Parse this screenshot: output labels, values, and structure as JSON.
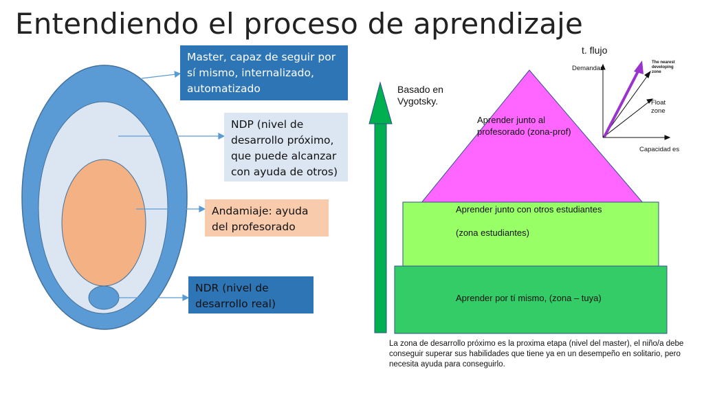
{
  "title": "Entendiendo el proceso de aprendizaje",
  "boxes": {
    "master": "Master, capaz de seguir por sí mismo, internalizado, automatizado",
    "ndp": "NDP (nivel de desarrollo próximo, que puede alcanzar con ayuda de otros)",
    "andamiaje": "Andamiaje: ayuda del profesorado",
    "ndr": "NDR (nivel de desarrollo real)"
  },
  "vygotsky_label": "Basado en Vygotsky.",
  "pyramid": {
    "top_label": "Aprender junto al profesorado (zona-prof)",
    "middle_label_1": "Aprender junto con otros estudiantes",
    "middle_label_2": "(zona estudiantes)",
    "bottom_label": "Aprender por tí mismo, (zona – tuya)"
  },
  "flow_diagram": {
    "title": "t. flujo",
    "y_label": "Demandas",
    "x_label": "Capacidad es",
    "zone_nearest": "The nearest developing zone",
    "zone_float": "Float zone"
  },
  "caption": "La zona de desarrollo próximo es la proxima etapa (nivel del master), el niño/a debe conseguir superar sus habilidades que tiene ya en un desempeño en solitario, pero necesita ayuda para conseguirlo.",
  "colors": {
    "outer_ellipse": "#5b9bd5",
    "middle_ellipse": "#dce6f2",
    "inner_ellipse": "#f4b183",
    "arrow_green": "#00b050",
    "pyramid_top": "#ff66ff",
    "pyramid_middle": "#99ff66",
    "pyramid_bottom": "#33cc66",
    "purple_arrow": "#9933cc"
  }
}
